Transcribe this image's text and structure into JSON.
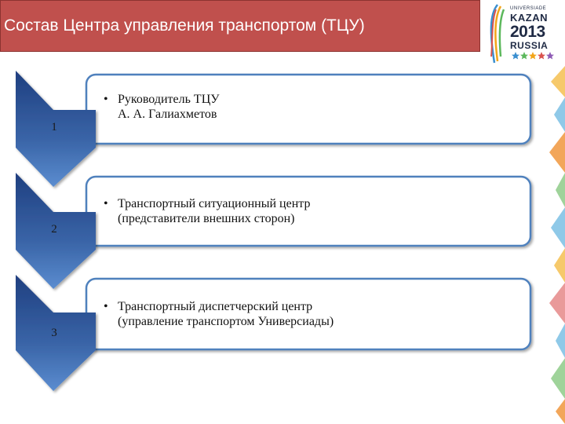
{
  "title": "Состав Центра управления транспортом (ТЦУ)",
  "logo": {
    "line1": "UNIVERSIADE",
    "line2": "KAZAN",
    "line3": "2013",
    "line4": "RUSSIA"
  },
  "steps": [
    {
      "number": "1",
      "bullet": "•",
      "line1": "Руководитель ТЦУ",
      "line2": "А. А. Галиахметов"
    },
    {
      "number": "2",
      "bullet": "•",
      "line1": "Транспортный ситуационный центр",
      "line2": "(представители внешних сторон)"
    },
    {
      "number": "3",
      "bullet": "•",
      "line1": "Транспортный диспетчерский центр",
      "line2": "(управление транспортом Универсиады)"
    }
  ],
  "colors": {
    "title_bg": "#c0504d",
    "chevron_top": "#1f3f80",
    "chevron_bottom": "#4f81bd",
    "box_border": "#4f81bd"
  }
}
